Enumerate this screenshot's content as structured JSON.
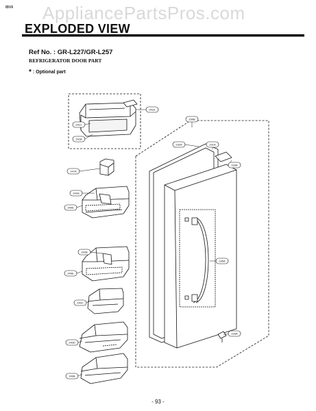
{
  "header": {
    "corner_label": "IBV6",
    "watermark": "AppliancePartsPros.com",
    "title": "EXPLODED VIEW"
  },
  "info": {
    "ref_no": "Ref No. : GR-L227/GR-L257",
    "subtitle": "REFRIGERATOR DOOR PART",
    "optional_star": "*",
    "optional_text": ": Optional part"
  },
  "callouts": {
    "c241E": "241E",
    "c241C": "241C",
    "c241B": "241B",
    "c147A": "147A",
    "c242A": "242A",
    "c240E_a": "240E",
    "c242B": "242B",
    "c240E_b": "240E",
    "c240C": "240C",
    "c240D": "240D",
    "c240B": "240B",
    "c230B": "230B",
    "c232A": "232A",
    "c231A": "231A",
    "c233A": "233A",
    "c233A_b": "233A",
    "c235A": "235A"
  },
  "footer": {
    "page_number": "- 93 -"
  },
  "colors": {
    "ink": "#111111",
    "watermark": "#d9d9d9"
  }
}
